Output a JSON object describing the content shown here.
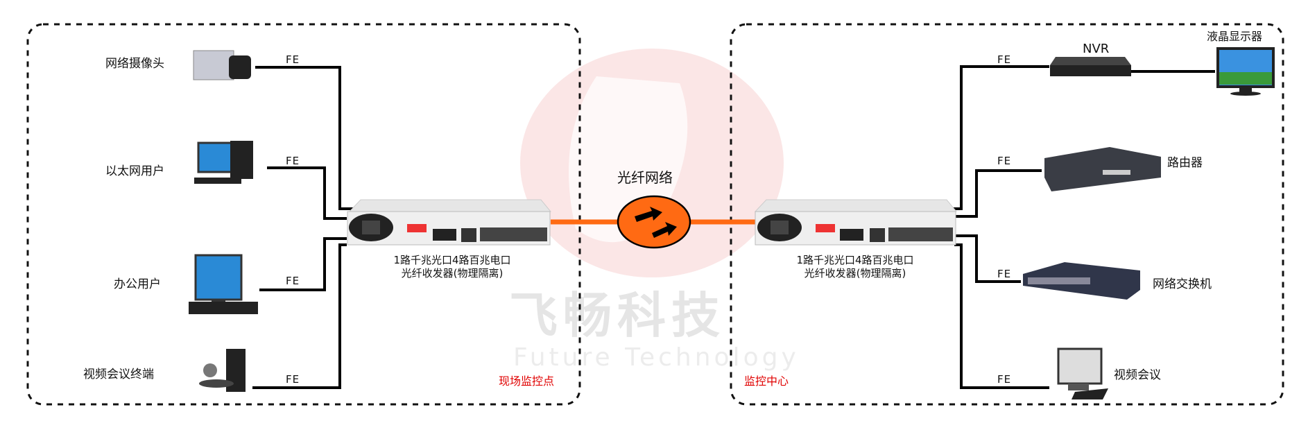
{
  "watermark": {
    "cn": "飞畅科技",
    "en": "Future Technology"
  },
  "fiber": {
    "label": "光纤网络",
    "color": "#ff6a13"
  },
  "left": {
    "zone_label": "现场监控点",
    "device_caption": [
      "1路千兆光口4路百兆电口",
      "光纤收发器(物理隔离)"
    ],
    "endpoints": [
      {
        "label": "网络摄像头",
        "link": "FE",
        "icon": "ip-camera-icon"
      },
      {
        "label": "以太网用户",
        "link": "FE",
        "icon": "desktop-pc-icon"
      },
      {
        "label": "办公用户",
        "link": "FE",
        "icon": "monitor-keyboard-icon"
      },
      {
        "label": "视频会议终端",
        "link": "FE",
        "icon": "video-conference-terminal-icon"
      }
    ]
  },
  "right": {
    "zone_label": "监控中心",
    "device_caption": [
      "1路千兆光口4路百兆电口",
      "光纤收发器(物理隔离)"
    ],
    "nvr_label": "NVR",
    "monitor_label": "液晶显示器",
    "endpoints": [
      {
        "label": "NVR",
        "link": "FE",
        "icon": "nvr-icon"
      },
      {
        "label": "路由器",
        "link": "FE",
        "icon": "router-icon"
      },
      {
        "label": "网络交换机",
        "link": "FE",
        "icon": "switch-icon"
      },
      {
        "label": "视频会议",
        "link": "FE",
        "icon": "video-conference-pc-icon"
      }
    ]
  },
  "colors": {
    "zone_label": "#e00000",
    "line": "#000000",
    "fiber": "#ff6a13"
  }
}
